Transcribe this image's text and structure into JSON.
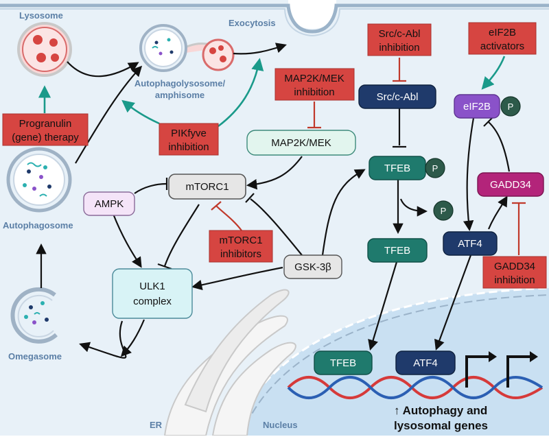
{
  "labels": {
    "lysosome": "Lysosome",
    "exocytosis": "Exocytosis",
    "autophagolysosome_line1": "Autophagolysosome/",
    "autophagolysosome_line2": "amphisome",
    "autophagosome": "Autophagosome",
    "omegasome": "Omegasome",
    "er": "ER",
    "nucleus": "Nucleus"
  },
  "inhibitors": {
    "progranulin_line1": "Progranulin",
    "progranulin_line2": "(gene) therapy",
    "pikfyve_line1": "PIKfyve",
    "pikfyve_line2": "inhibition",
    "mek_line1": "MAP2K/MEK",
    "mek_line2": "inhibition",
    "src_line1": "Src/c-Abl",
    "src_line2": "inhibition",
    "eif2b_act_line1": "eIF2B",
    "eif2b_act_line2": "activators",
    "mtorc1_inh_line1": "mTORC1",
    "mtorc1_inh_line2": "inhibitors",
    "gadd34_inh_line1": "GADD34",
    "gadd34_inh_line2": "inhibition"
  },
  "nodes": {
    "mtorc1": "mTORC1",
    "ampk": "AMPK",
    "ulk1_line1": "ULK1",
    "ulk1_line2": "complex",
    "mek": "MAP2K/MEK",
    "src": "Src/c-Abl",
    "tfeb_cyto": "TFEB",
    "tfeb_mid": "TFEB",
    "tfeb_nuc": "TFEB",
    "gsk3b": "GSK-3β",
    "eif2b": "eIF2B",
    "gadd34": "GADD34",
    "atf4_cyto": "ATF4",
    "atf4_nuc": "ATF4",
    "p1": "P",
    "p2": "P",
    "p3": "P"
  },
  "genes": {
    "line1": "↑ Autophagy and",
    "line2": "lysosomal genes"
  },
  "colors": {
    "cytoplasm": "#e8f1f8",
    "nucleus": "#c9e0f2",
    "red_box": "#d64541",
    "teal": "#1f7a6d",
    "navy": "#1f3a6b",
    "purple": "#8a52c9",
    "magenta": "#b3247a",
    "arrow_teal": "#1a9a8a",
    "inhibit_red": "#c0392b"
  }
}
